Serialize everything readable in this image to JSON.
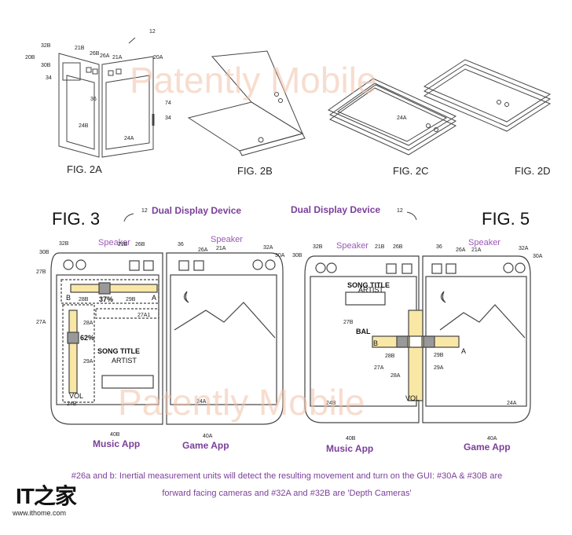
{
  "figures": {
    "fig2a": "FIG. 2A",
    "fig2b": "FIG. 2B",
    "fig2c": "FIG. 2C",
    "fig2d": "FIG. 2D",
    "fig3": "FIG. 3",
    "fig5": "FIG. 5"
  },
  "labels": {
    "dual_display_left": "Dual Display Device",
    "dual_display_right": "Dual Display Device",
    "speaker": "Speaker",
    "music_app": "Music App",
    "game_app": "Game App",
    "song_title": "SONG TITLE",
    "artist": "ARTIST",
    "vol": "VOL",
    "bal": "BAL",
    "pct37": "37%",
    "pct62": "62%",
    "b": "B",
    "a": "A"
  },
  "refs": {
    "r12": "12",
    "r32b": "32B",
    "r20b": "20B",
    "r30b": "30B",
    "r34": "34",
    "r21b": "21B",
    "r26b": "26B",
    "r26a": "26A",
    "r21a": "21A",
    "r20a": "20A",
    "r36": "36",
    "r74": "74",
    "r24b": "24B",
    "r24a": "24A",
    "r28b": "28B",
    "r29b": "29B",
    "r27b": "27B",
    "r27a": "27A",
    "r27a1": "27A1",
    "r28a": "28A",
    "r29a": "29A",
    "r32a": "32A",
    "r30a": "30A",
    "r40b": "40B",
    "r40a": "40A"
  },
  "watermark": "Patently Mobile",
  "caption": {
    "line1": "#26a and b: Inertial measurement units will detect the resulting movement and turn on the GUI: #30A & #30B are",
    "line2": "forward facing cameras and #32A and #32B are 'Depth Cameras'"
  },
  "logo": {
    "mark": "IT之家",
    "url": "www.ithome.com"
  }
}
